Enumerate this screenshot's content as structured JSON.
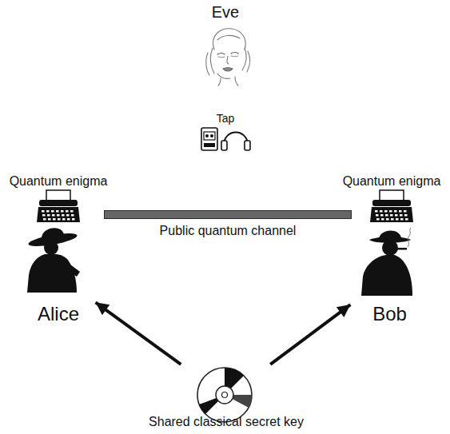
{
  "diagram": {
    "nodes": [
      {
        "text": [
          "Eve"
        ]
      },
      {
        "text": [
          "Tap"
        ]
      },
      {
        "text": [
          "Quantum enigma"
        ]
      },
      {
        "text": [
          "Public quantum channel"
        ]
      },
      {
        "text": [
          "Quantum enigma"
        ]
      },
      {
        "text": [
          "Alice"
        ]
      },
      {
        "text": [
          "Bob"
        ]
      },
      {
        "text": [
          "Shared classical secret key"
        ]
      }
    ],
    "edges": [
      {
        "from": 7,
        "to": 5,
        "arrow": "to"
      },
      {
        "from": 7,
        "to": 6,
        "arrow": "to"
      }
    ]
  }
}
